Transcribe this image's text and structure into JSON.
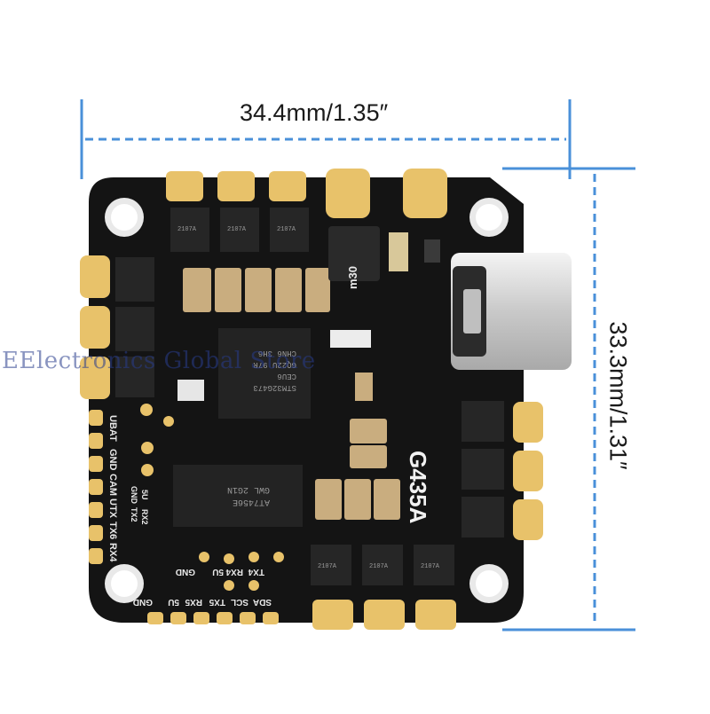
{
  "dimensions": {
    "width_label": "34.4mm/1.35″",
    "height_label": "33.3mm/1.31″"
  },
  "watermark": "EElectronics Global Store",
  "board": {
    "model": "G435A",
    "silkscreen": {
      "left_edge": [
        "UBAT",
        "GND",
        "CAM",
        "UTX",
        "TX6",
        "RX4"
      ],
      "left_small": [
        "GND",
        "5U",
        "TX2",
        "RX2"
      ],
      "inner_bottom": [
        "TX4",
        "RX4",
        "5U",
        "GND"
      ],
      "bottom_edge": [
        "SDA",
        "SCL",
        "TX5",
        "RX5",
        "5U",
        "GND"
      ],
      "inductor_mark": "m30"
    },
    "chips": {
      "mcu": [
        "STM32G473",
        "CEU6",
        "GQ22U 97R",
        "CHN6 3H6"
      ],
      "osd": [
        "AT7456E",
        "GWL 2G1N"
      ],
      "mosfet_marking": "2107A"
    }
  },
  "colors": {
    "dimension_line": "#4a90d9",
    "board": "#141414",
    "pad": "#e8c26a"
  },
  "icons": {
    "usb_port": "usb-c-port-icon",
    "mount_hole": "mounting-hole-icon"
  }
}
